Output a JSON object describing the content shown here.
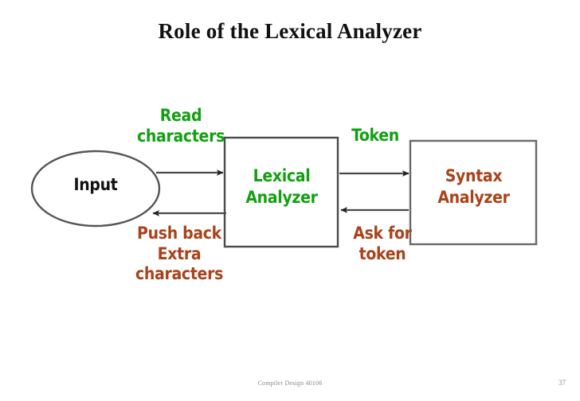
{
  "slide": {
    "title": "Role of the Lexical Analyzer",
    "footer_note": "Compiler Design 40106",
    "page_number": "37"
  },
  "colors": {
    "green": "#12a012",
    "rust": "#a8431a",
    "black": "#111111",
    "stroke": "#4a4a4a",
    "background": "#ffffff"
  },
  "diagram": {
    "type": "flow",
    "nodes": [
      {
        "id": "input",
        "shape": "ellipse",
        "label": "Input",
        "color": "#111111"
      },
      {
        "id": "lexical",
        "shape": "rectangle",
        "label": "Lexical\nAnalyzer",
        "line1": "Lexical",
        "line2": "Analyzer",
        "color": "#12a012"
      },
      {
        "id": "syntax",
        "shape": "rectangle",
        "label": "Syntax\nAnalyzer",
        "line1": "Syntax",
        "line2": "Analyzer",
        "color": "#a8431a"
      }
    ],
    "edges": [
      {
        "id": "read-characters",
        "from": "input",
        "to": "lexical",
        "direction": "right",
        "label": "Read characters",
        "line1": "Read",
        "line2": "characters",
        "color": "#12a012"
      },
      {
        "id": "push-back",
        "from": "lexical",
        "to": "input",
        "direction": "left",
        "label": "Push back Extra characters",
        "line1": "Push back",
        "line2": "Extra",
        "line3": "characters",
        "color": "#a8431a"
      },
      {
        "id": "token",
        "from": "lexical",
        "to": "syntax",
        "direction": "right",
        "label": "Token",
        "line1": "Token",
        "color": "#12a012"
      },
      {
        "id": "ask-for-token",
        "from": "syntax",
        "to": "lexical",
        "direction": "left",
        "label": "Ask for token",
        "line1": "Ask for",
        "line2": "token",
        "color": "#a8431a"
      }
    ]
  }
}
